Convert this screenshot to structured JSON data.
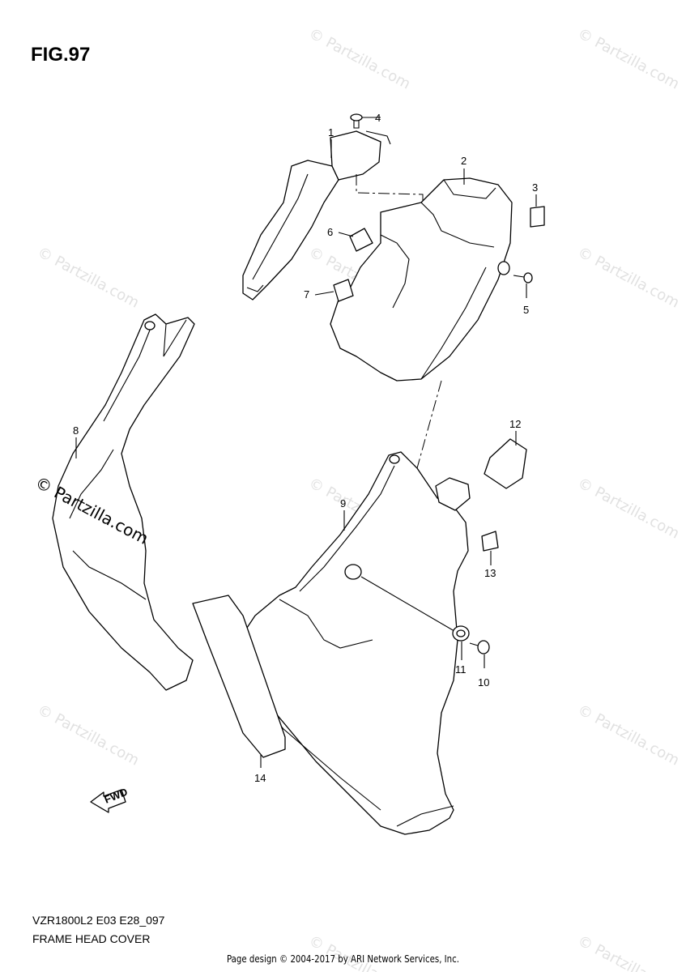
{
  "figure": {
    "title": "FIG.97",
    "model_code": "VZR1800L2 E03 E28_097",
    "section_name": "FRAME HEAD COVER",
    "copyright": "Page design © 2004-2017 by ARI Network Services, Inc."
  },
  "callouts": [
    {
      "label": "1"
    },
    {
      "label": "2"
    },
    {
      "label": "3"
    },
    {
      "label": "4"
    },
    {
      "label": "5"
    },
    {
      "label": "6"
    },
    {
      "label": "7"
    },
    {
      "label": "8"
    },
    {
      "label": "9"
    },
    {
      "label": "10"
    },
    {
      "label": "11"
    },
    {
      "label": "12"
    },
    {
      "label": "13"
    },
    {
      "label": "14"
    }
  ],
  "fwd_arrow": {
    "label": "FWD"
  },
  "watermark": {
    "text": "© Partzilla.com"
  },
  "colors": {
    "line": "#000000",
    "watermark": "#c9c9c9",
    "background": "#ffffff"
  }
}
